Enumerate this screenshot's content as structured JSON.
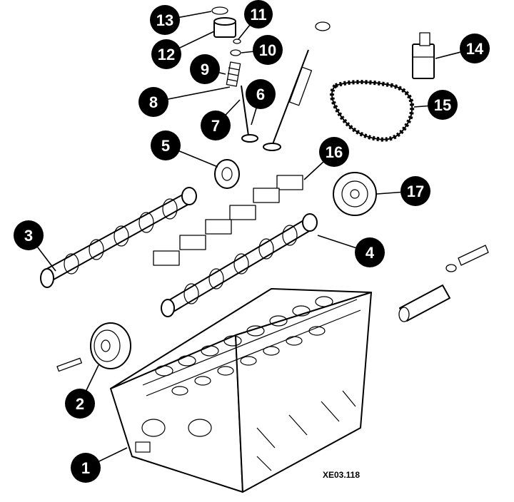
{
  "diagram": {
    "figure_code": "XE03.118",
    "callouts": [
      {
        "id": "1",
        "label": "1"
      },
      {
        "id": "2",
        "label": "2"
      },
      {
        "id": "3",
        "label": "3"
      },
      {
        "id": "4",
        "label": "4"
      },
      {
        "id": "5",
        "label": "5"
      },
      {
        "id": "6",
        "label": "6"
      },
      {
        "id": "7",
        "label": "7"
      },
      {
        "id": "8",
        "label": "8"
      },
      {
        "id": "9",
        "label": "9"
      },
      {
        "id": "10",
        "label": "10"
      },
      {
        "id": "11",
        "label": "11"
      },
      {
        "id": "12",
        "label": "12"
      },
      {
        "id": "13",
        "label": "13"
      },
      {
        "id": "14",
        "label": "14"
      },
      {
        "id": "15",
        "label": "15"
      },
      {
        "id": "16",
        "label": "16"
      },
      {
        "id": "17",
        "label": "17"
      }
    ],
    "colors": {
      "ink": "#000000",
      "paper": "#ffffff"
    }
  }
}
